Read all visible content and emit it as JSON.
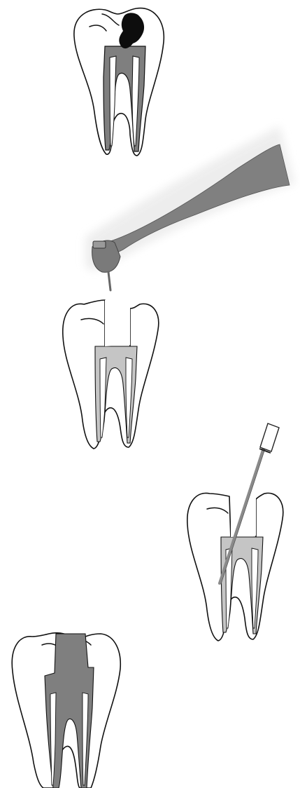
{
  "colors": {
    "background": "#ffffff",
    "outline": "#111111",
    "pulp_dark": "#7f7f7f",
    "pulp_light": "#c5c5c5",
    "decay": "#0d0d0d",
    "handpiece": "#808080",
    "handpiece_glow": "#ececec",
    "file_shaft": "#8a8a8a",
    "file_handle": "#ffffff",
    "filling": "#7f7f7f"
  },
  "steps": [
    {
      "name": "decayed-tooth"
    },
    {
      "name": "drill-access"
    },
    {
      "name": "canal-cleaning"
    },
    {
      "name": "filled-tooth"
    }
  ]
}
